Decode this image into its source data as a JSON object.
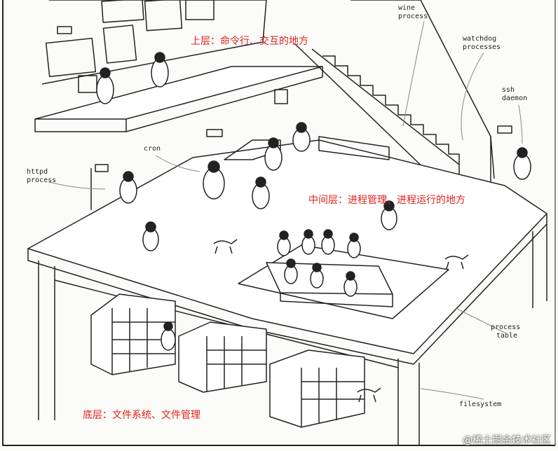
{
  "labels": {
    "top_layer": "上层：命令行、交互的地方",
    "middle_layer": "中间层：进程管理、进程运行的地方",
    "bottom_layer": "底层：文件系统、文件管理"
  },
  "annotations": {
    "wine": "wine",
    "wine2": "process",
    "watchdog": "watchdog",
    "watchdog2": "processes",
    "ssh": "ssh",
    "ssh2": "daemon",
    "cron": "cron",
    "httpd": "httpd",
    "httpd2": "process",
    "ptable": "process",
    "ptable2": "table",
    "filesystem": "filesystem"
  },
  "watermark": "@稀土掘金技术社区",
  "colors": {
    "label_red": "#e0211b",
    "ink": "#222222"
  }
}
